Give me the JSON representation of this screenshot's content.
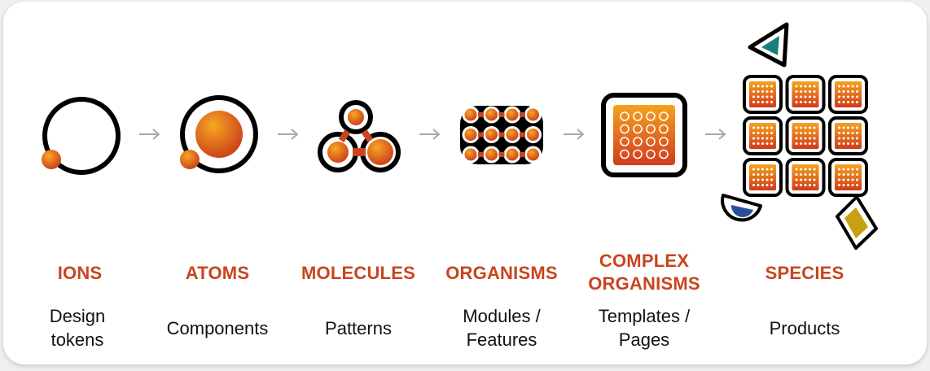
{
  "colors": {
    "accent": "#c8451f",
    "orange_light": "#f5a21f",
    "orange_dark": "#d13b1c",
    "ink": "#000000",
    "teal": "#1a7f7c",
    "blue": "#2c4f9a",
    "gold": "#c8a011",
    "arrow": "#a8a8a8"
  },
  "stages": [
    {
      "label": "IONS",
      "description": "Design tokens",
      "icon": "ion-icon"
    },
    {
      "label": "ATOMS",
      "description": "Components",
      "icon": "atom-icon"
    },
    {
      "label": "MOLECULES",
      "description": "Patterns",
      "icon": "molecule-icon"
    },
    {
      "label": "ORGANISMS",
      "description": "Modules / Features",
      "icon": "organism-icon"
    },
    {
      "label": "COMPLEX ORGANISMS",
      "description": "Templates / Pages",
      "icon": "complex-organism-icon"
    },
    {
      "label": "SPECIES",
      "description": "Products",
      "icon": "species-icon"
    }
  ]
}
